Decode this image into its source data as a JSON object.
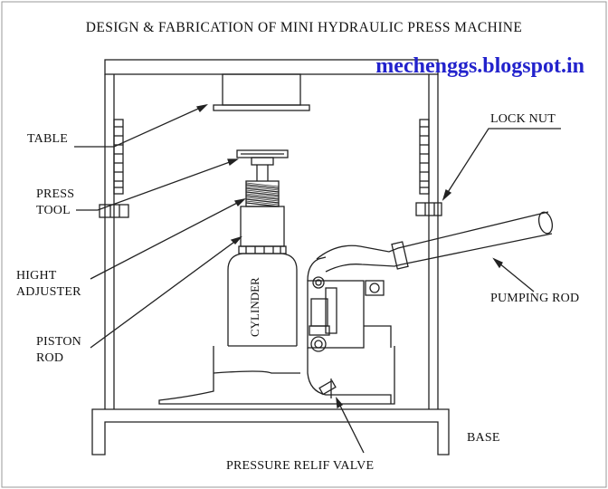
{
  "title": "DESIGN & FABRICATION OF MINI HYDRAULIC PRESS MACHINE",
  "watermark": "mechenggs.blogspot.in",
  "labels": {
    "table": "TABLE",
    "press_tool_1": "PRESS",
    "press_tool_2": "TOOL",
    "hight_adjuster_1": "HIGHT",
    "hight_adjuster_2": "ADJUSTER",
    "piston_rod_1": "PISTON",
    "piston_rod_2": "ROD",
    "lock_nut": "LOCK NUT",
    "pumping_rod": "PUMPING ROD",
    "base": "BASE",
    "pressure_relief_valve": "PRESSURE RELIF VALVE",
    "cylinder": "CYLINDER"
  }
}
